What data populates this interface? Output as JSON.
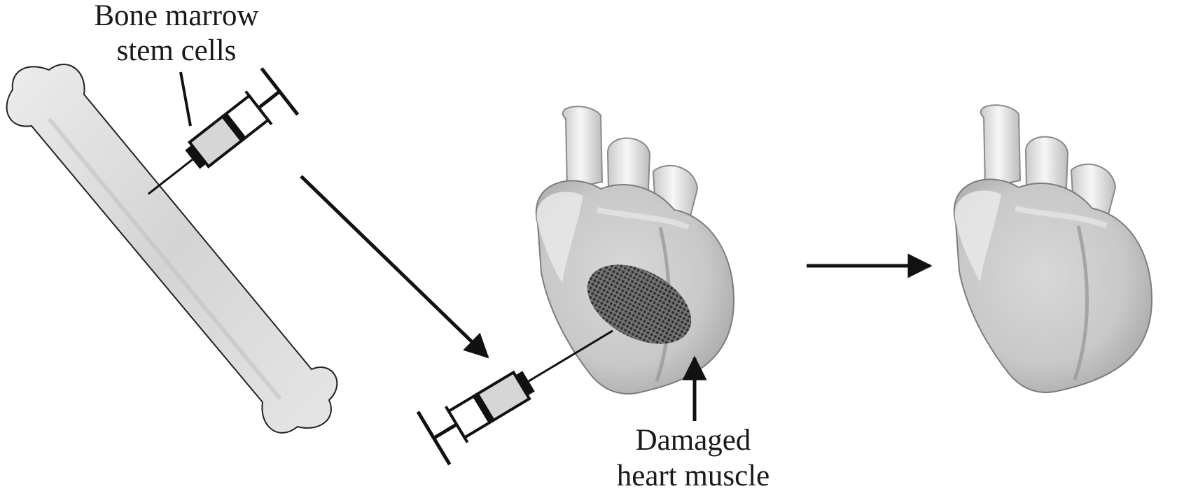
{
  "labels": {
    "stem_line1": "Bone marrow",
    "stem_line2": "stem cells",
    "damaged_line1": "Damaged",
    "damaged_line2": "heart muscle"
  },
  "colors": {
    "bone_fill": "#d9d9d9",
    "syringe_fill": "#d6d6d6",
    "heart_light": "#f0f0f0",
    "heart_mid": "#cfcfcf",
    "heart_dark": "#a9a9a9",
    "damage": "#3a3a3a",
    "ink": "#111111"
  }
}
